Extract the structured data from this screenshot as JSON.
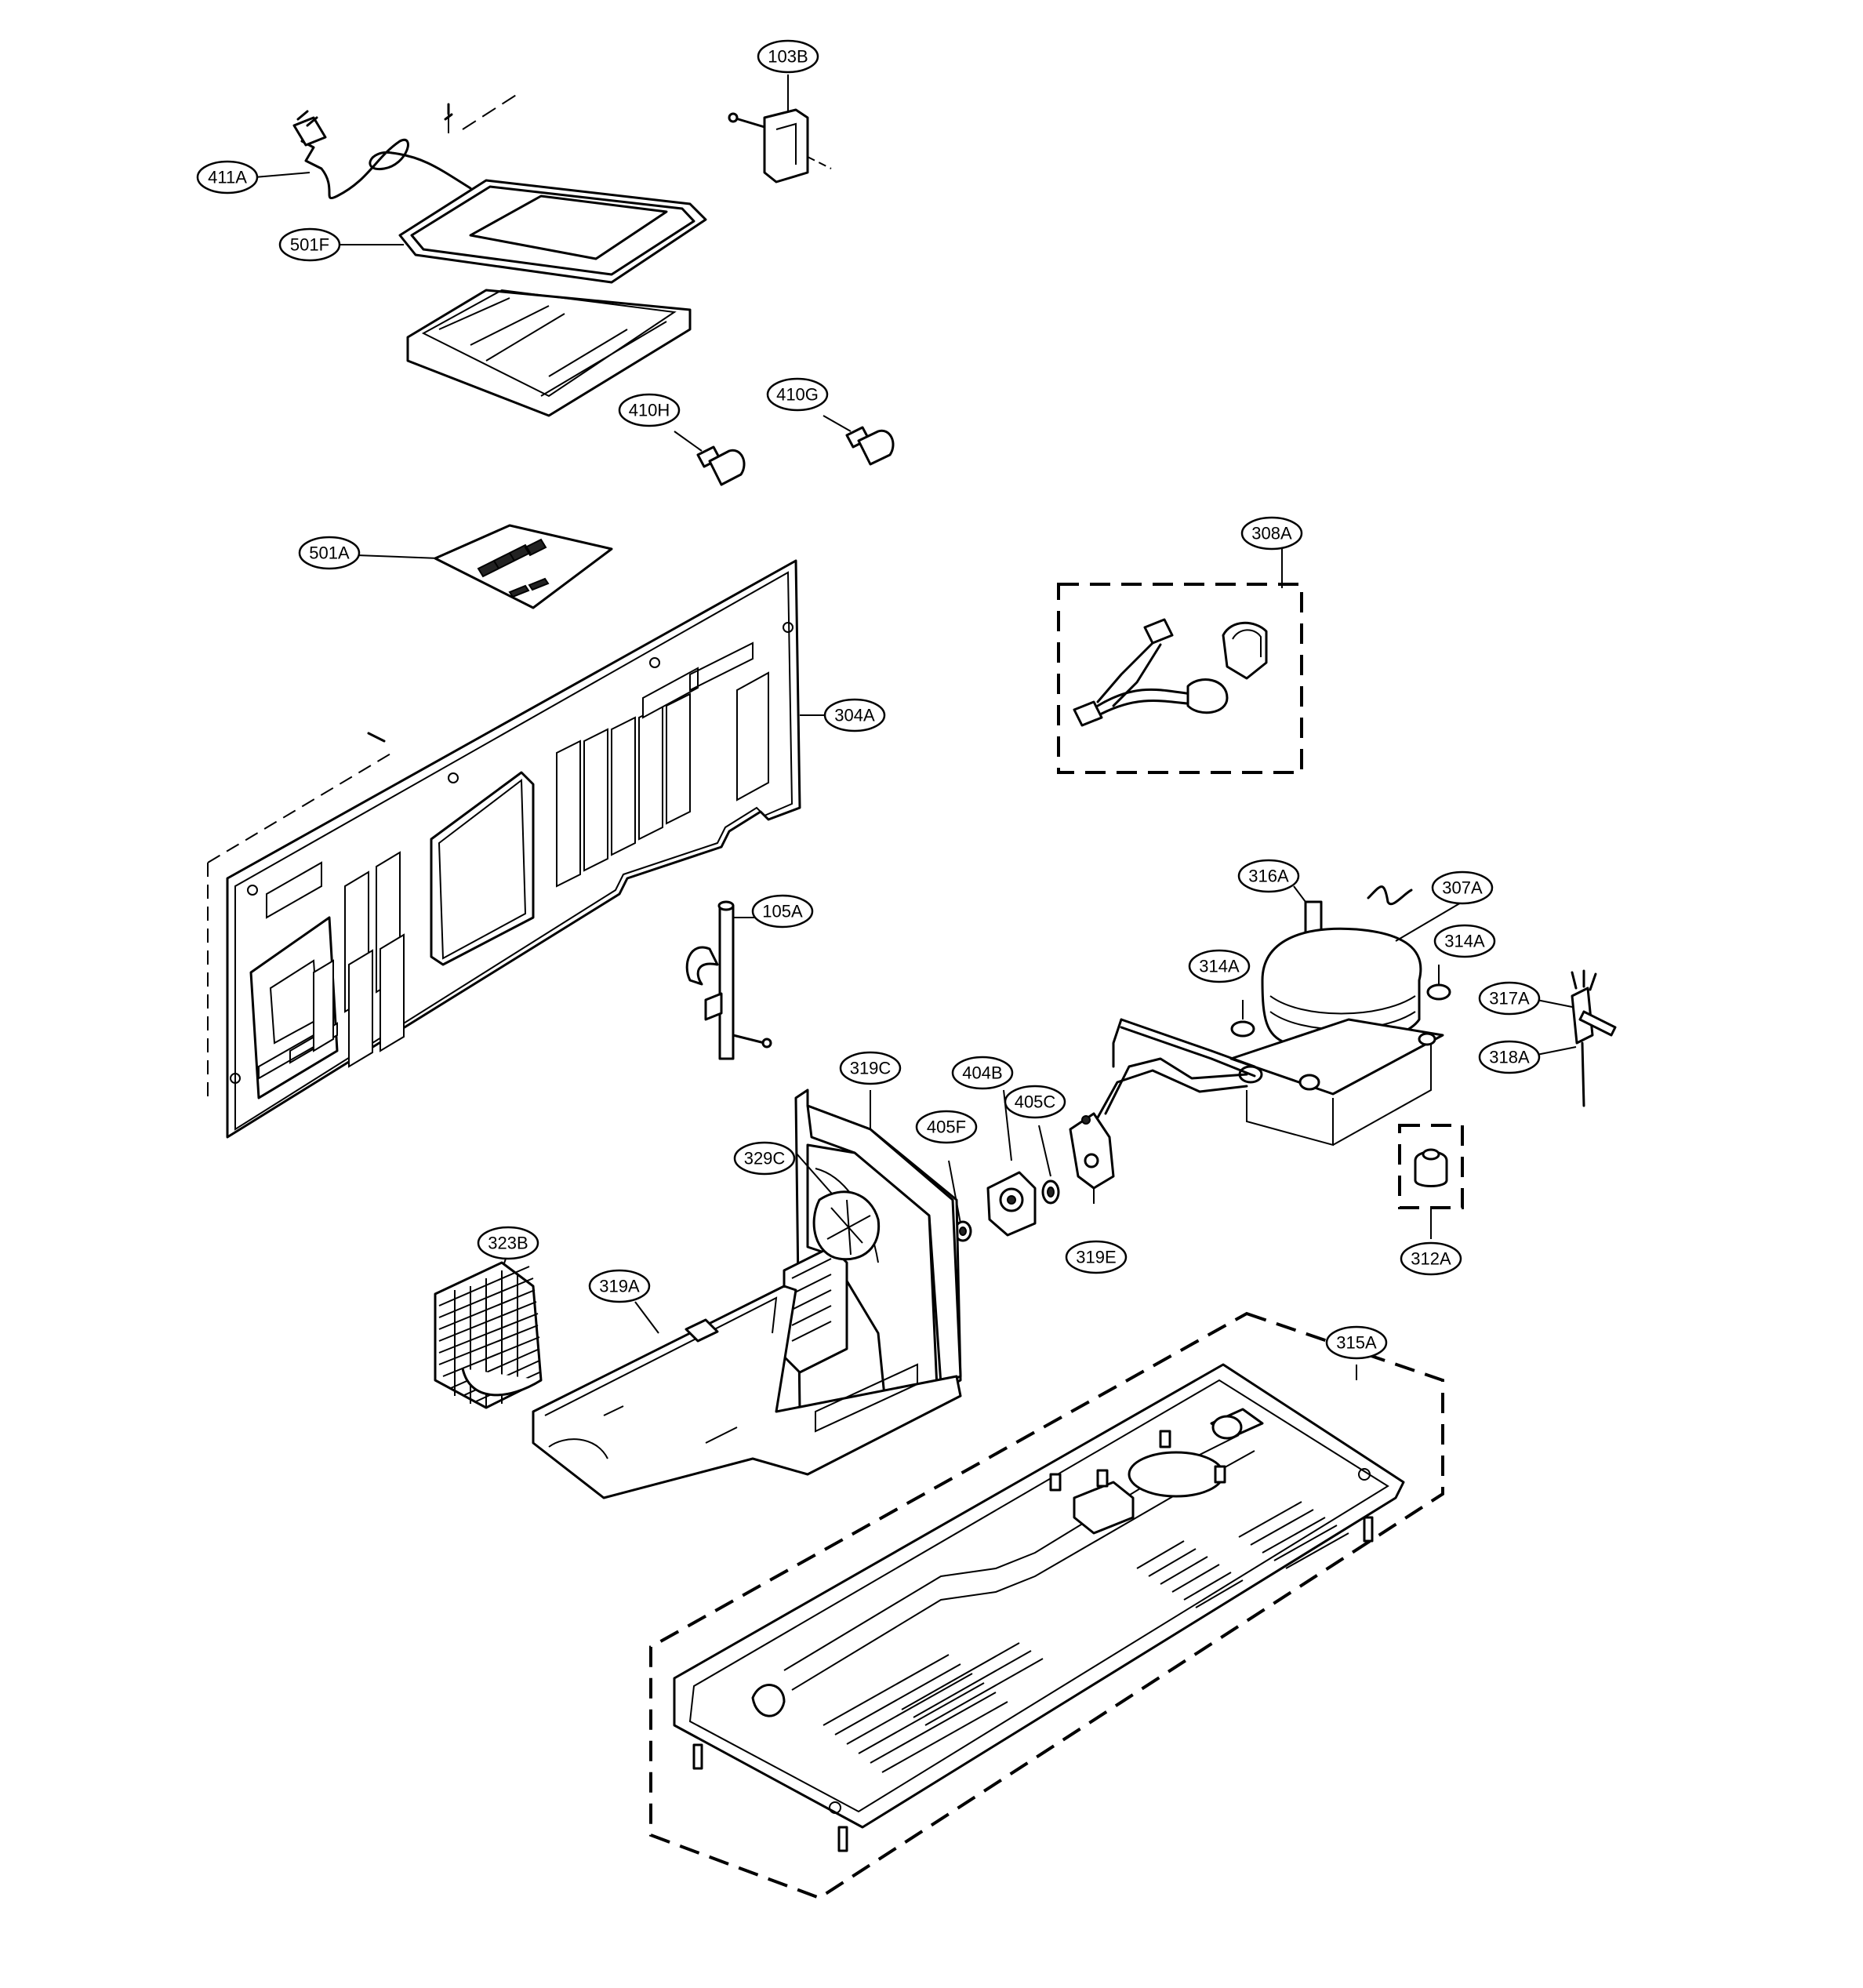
{
  "callouts": {
    "c411A": "411A",
    "c501F": "501F",
    "c103B": "103B",
    "c410H": "410H",
    "c410G": "410G",
    "c501A": "501A",
    "c308A": "308A",
    "c304A": "304A",
    "c105A": "105A",
    "c316A": "316A",
    "c307A": "307A",
    "c314A_left": "314A",
    "c314A_right": "314A",
    "c317A": "317A",
    "c318A": "318A",
    "c319C": "319C",
    "c404B": "404B",
    "c405C": "405C",
    "c405F": "405F",
    "c329C": "329C",
    "c319E": "319E",
    "c312A": "312A",
    "c323B": "323B",
    "c319A": "319A",
    "c315A": "315A"
  }
}
